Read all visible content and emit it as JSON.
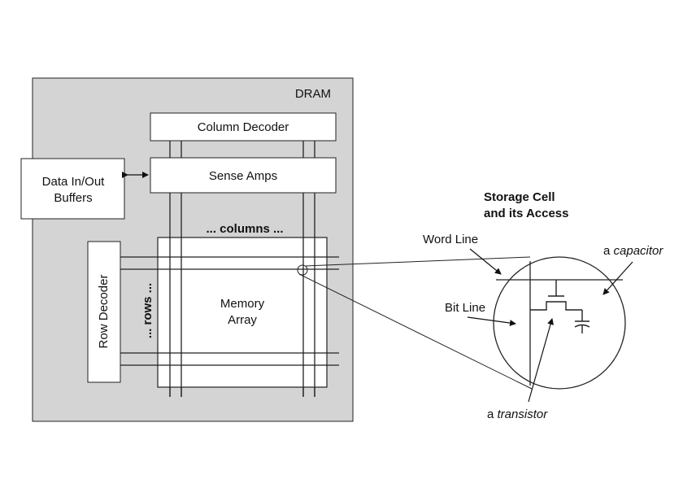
{
  "dram": {
    "title": "DRAM",
    "column_decoder": "Column Decoder",
    "sense_amps": "Sense Amps",
    "buffers_line1": "Data In/Out",
    "buffers_line2": "Buffers",
    "row_decoder": "Row Decoder",
    "columns_label": "... columns ...",
    "rows_label": "... rows ...",
    "array_line1": "Memory",
    "array_line2": "Array"
  },
  "cell": {
    "title_line1": "Storage Cell",
    "title_line2": "and its Access",
    "word_line": "Word Line",
    "bit_line": "Bit Line",
    "capacitor_prefix": "a ",
    "capacitor_word": "capacitor",
    "transistor_prefix": "a ",
    "transistor_word": "transistor"
  },
  "colors": {
    "dram_fill": "#d4d4d4",
    "box_fill": "#ffffff",
    "stroke": "#222222"
  }
}
